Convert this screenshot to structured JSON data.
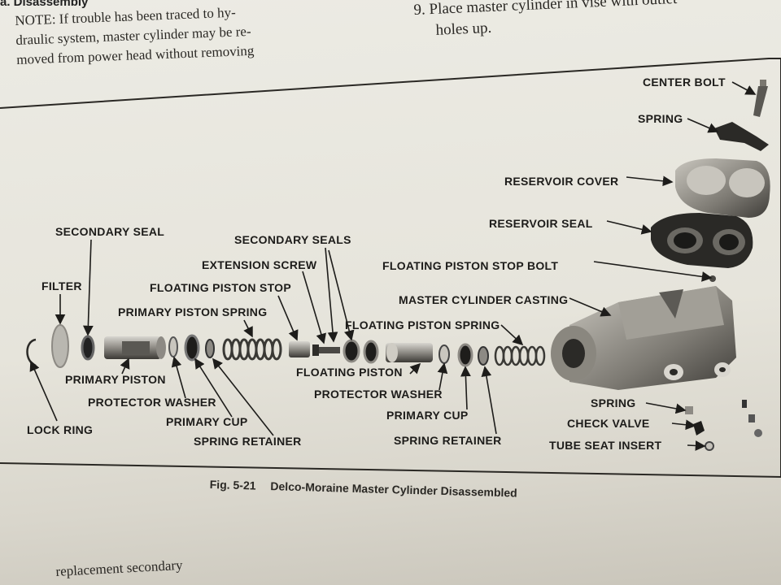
{
  "header": {
    "section": "a. Disassembly"
  },
  "note": {
    "lines": [
      "NOTE: If trouble has been traced to hy-",
      "draulic system, master cylinder may be re-",
      "moved from power head without removing"
    ]
  },
  "step": {
    "lines": [
      "9. Place master cylinder in vise with outlet",
      "holes up."
    ]
  },
  "figure": {
    "number": "Fig. 5-21",
    "title": "Delco-Moraine Master Cylinder Disassembled",
    "labels": {
      "center_bolt": "CENTER BOLT",
      "spring_top": "SPRING",
      "reservoir_cover": "RESERVOIR COVER",
      "reservoir_seal": "RESERVOIR SEAL",
      "floating_piston_stop_bolt": "FLOATING PISTON STOP BOLT",
      "master_cylinder_casting": "MASTER CYLINDER CASTING",
      "secondary_seal": "SECONDARY SEAL",
      "filter": "FILTER",
      "secondary_seals": "SECONDARY SEALS",
      "extension_screw": "EXTENSION SCREW",
      "floating_piston_stop": "FLOATING PISTON STOP",
      "primary_piston_spring": "PRIMARY PISTON SPRING",
      "floating_piston_spring": "FLOATING PISTON SPRING",
      "primary_piston": "PRIMARY PISTON",
      "protector_washer_left": "PROTECTOR WASHER",
      "primary_cup_left": "PRIMARY CUP",
      "spring_retainer_left": "SPRING RETAINER",
      "lock_ring": "LOCK RING",
      "floating_piston": "FLOATING PISTON",
      "protector_washer_right": "PROTECTOR WASHER",
      "primary_cup_right": "PRIMARY CUP",
      "spring_retainer_right": "SPRING RETAINER",
      "spring_bottom": "SPRING",
      "check_valve": "CHECK VALVE",
      "tube_seat_insert": "TUBE SEAT INSERT"
    }
  },
  "footer": {
    "text": "replacement secondary"
  }
}
